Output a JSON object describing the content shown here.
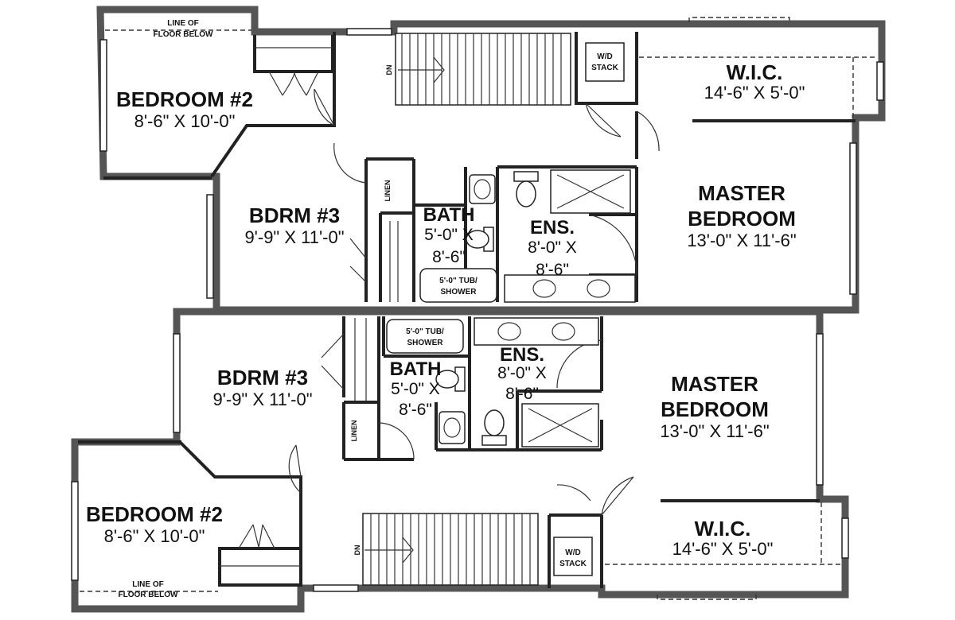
{
  "units": [
    {
      "bedroom2": {
        "name": "BEDROOM #2",
        "size": "8'-6\" X 10'-0\""
      },
      "bdrm3": {
        "name": "BDRM #3",
        "size": "9'-9\" X 11'-0\""
      },
      "bath": {
        "name": "BATH",
        "size_a": "5'-0\" X",
        "size_b": "8'-6\""
      },
      "ens": {
        "name": "ENS.",
        "size_a": "8'-0\" X",
        "size_b": "8'-6\""
      },
      "master": {
        "name_a": "MASTER",
        "name_b": "BEDROOM",
        "size": "13'-0\" X 11'-6\""
      },
      "wic": {
        "name": "W.I.C.",
        "size": "14'-6\" X 5'-0\""
      },
      "line_floor_a": "LINE OF",
      "line_floor_b": "FLOOR BELOW",
      "linen": "LINEN",
      "tub_a": "5'-0\" TUB/",
      "tub_b": "SHOWER",
      "wd_a": "W/D",
      "wd_b": "STACK",
      "stair": "DN"
    },
    {
      "bedroom2": {
        "name": "BEDROOM #2",
        "size": "8'-6\" X 10'-0\""
      },
      "bdrm3": {
        "name": "BDRM #3",
        "size": "9'-9\" X 11'-0\""
      },
      "bath": {
        "name": "BATH",
        "size_a": "5'-0\" X",
        "size_b": "8'-6\""
      },
      "ens": {
        "name": "ENS.",
        "size_a": "8'-0\" X",
        "size_b": "8'-6\""
      },
      "master": {
        "name_a": "MASTER",
        "name_b": "BEDROOM",
        "size": "13'-0\" X 11'-6\""
      },
      "wic": {
        "name": "W.I.C.",
        "size": "14'-6\" X 5'-0\""
      },
      "line_floor_a": "LINE OF",
      "line_floor_b": "FLOOR BELOW",
      "linen": "LINEN",
      "tub_a": "5'-0\" TUB/",
      "tub_b": "SHOWER",
      "wd_a": "W/D",
      "wd_b": "STACK",
      "stair": "DN"
    }
  ]
}
